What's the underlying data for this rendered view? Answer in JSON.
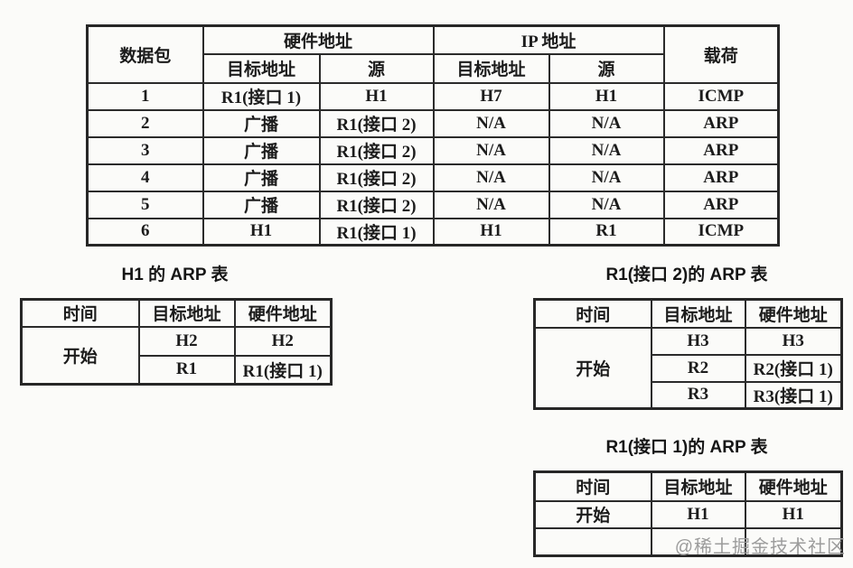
{
  "colors": {
    "ink": "#1c1c1c",
    "border": "#2b2b2b",
    "background": "#fbfbf9",
    "watermark": "#9c9c9c"
  },
  "packet_table": {
    "header": {
      "packet": "数据包",
      "hw_group": "硬件地址",
      "ip_group": "IP 地址",
      "payload": "载荷",
      "sub": [
        "目标地址",
        "源",
        "目标地址",
        "源"
      ]
    },
    "rows": [
      [
        "1",
        "R1(接口 1)",
        "H1",
        "H7",
        "H1",
        "ICMP"
      ],
      [
        "2",
        "广播",
        "R1(接口 2)",
        "N/A",
        "N/A",
        "ARP"
      ],
      [
        "3",
        "广播",
        "R1(接口 2)",
        "N/A",
        "N/A",
        "ARP"
      ],
      [
        "4",
        "广播",
        "R1(接口 2)",
        "N/A",
        "N/A",
        "ARP"
      ],
      [
        "5",
        "广播",
        "R1(接口 2)",
        "N/A",
        "N/A",
        "ARP"
      ],
      [
        "6",
        "H1",
        "R1(接口 1)",
        "H1",
        "R1",
        "ICMP"
      ]
    ]
  },
  "arp_tables": [
    {
      "title": "H1 的 ARP 表",
      "headers": [
        "时间",
        "目标地址",
        "硬件地址"
      ],
      "time_label": "开始",
      "entries": [
        [
          "H2",
          "H2"
        ],
        [
          "R1",
          "R1(接口 1)"
        ]
      ]
    },
    {
      "title": "R1(接口 2)的 ARP 表",
      "headers": [
        "时间",
        "目标地址",
        "硬件地址"
      ],
      "time_label": "开始",
      "entries": [
        [
          "H3",
          "H3"
        ],
        [
          "R2",
          "R2(接口 1)"
        ],
        [
          "R3",
          "R3(接口 1)"
        ]
      ]
    },
    {
      "title": "R1(接口 1)的 ARP 表",
      "headers": [
        "时间",
        "目标地址",
        "硬件地址"
      ],
      "time_label": "开始",
      "entries": [
        [
          "H1",
          "H1"
        ]
      ]
    }
  ],
  "watermark": "@稀土掘金技术社区"
}
